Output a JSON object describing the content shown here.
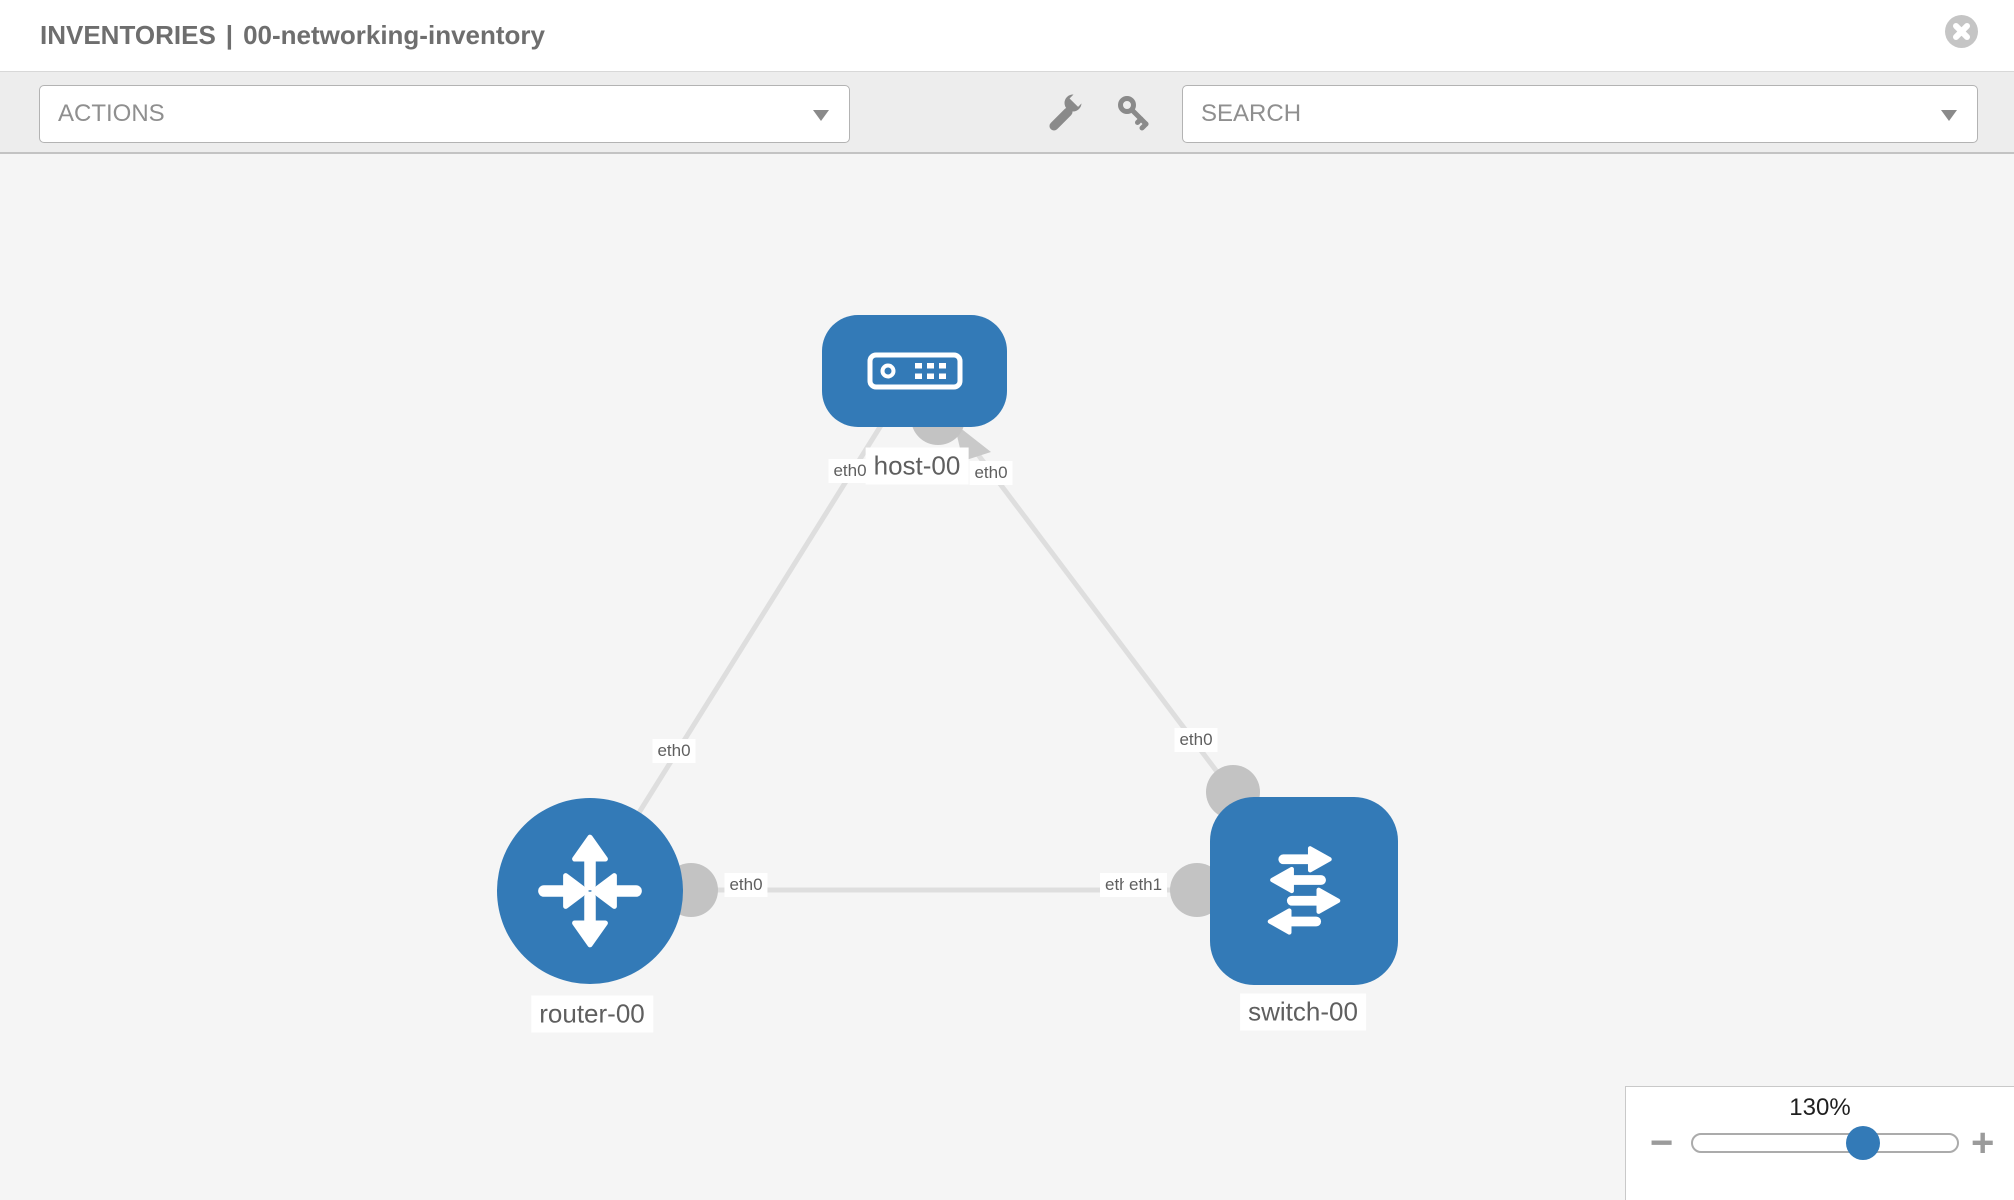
{
  "header": {
    "section": "INVENTORIES",
    "separator": "|",
    "inventory_name": "00-networking-inventory"
  },
  "toolbar": {
    "actions_dropdown": {
      "value": "ACTIONS"
    },
    "search_dropdown": {
      "value": "SEARCH"
    },
    "icons": [
      "wrench",
      "key"
    ]
  },
  "topology": {
    "nodes": [
      {
        "label": "host-00",
        "type": "host"
      },
      {
        "label": "router-00",
        "type": "router"
      },
      {
        "label": "switch-00",
        "type": "switch"
      }
    ],
    "links": [
      {
        "from": "host-00",
        "from_if": "eth0",
        "to": "router-00",
        "to_if": "eth0"
      },
      {
        "from": "host-00",
        "from_if": "eth0",
        "to": "switch-00",
        "to_if": "eth0"
      },
      {
        "from": "router-00",
        "from_if": "eth0",
        "to": "switch-00",
        "to_if": "eth1",
        "to_if_overlap": "eth0"
      }
    ],
    "colors": {
      "node_fill": "#337ab7",
      "link_line": "#dedede",
      "connector": "#c3c3c3",
      "canvas_bg": "#f5f5f5"
    }
  },
  "zoom_control": {
    "value": "130%",
    "minus": "−",
    "plus": "+"
  }
}
